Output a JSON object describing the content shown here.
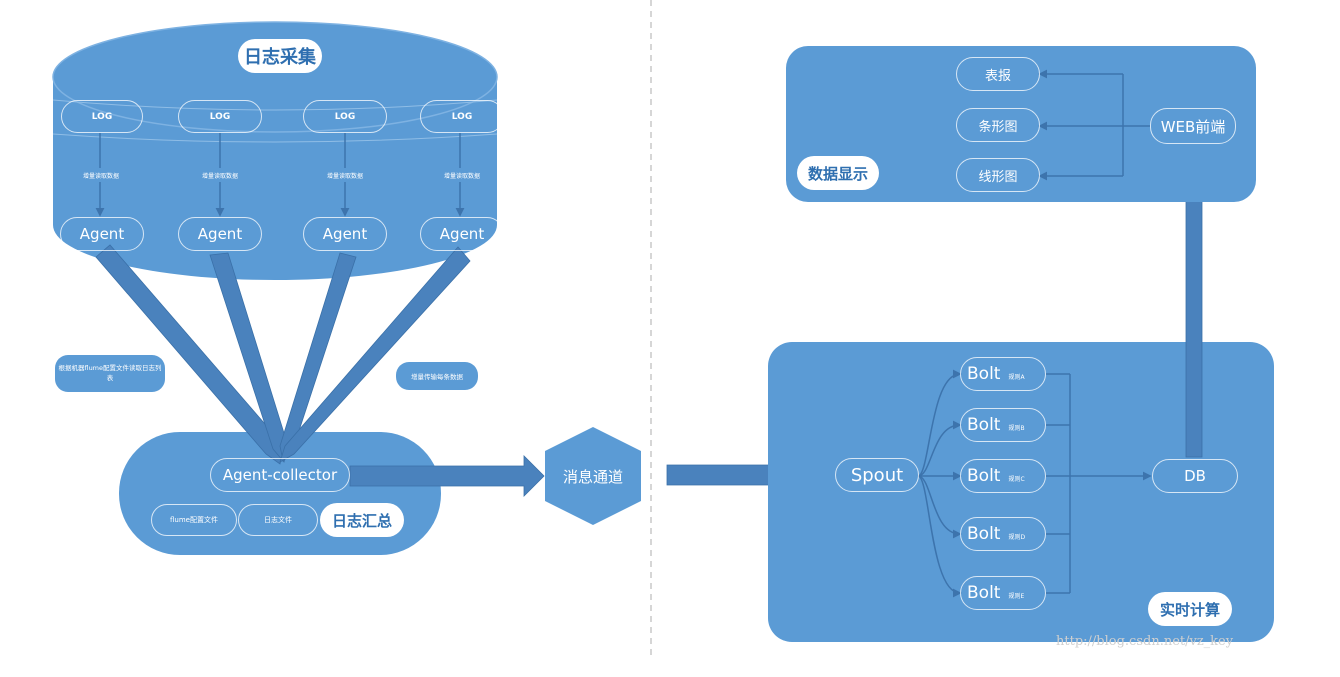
{
  "colors": {
    "fill": "#5b9bd5",
    "arrow": "#4a82bd",
    "dark": "#3d74ad",
    "label": "#2f6fb0",
    "divider": "#bbbbbb"
  },
  "log_collection": {
    "title": "日志采集",
    "logs": [
      "LOG",
      "LOG",
      "LOG",
      "LOG"
    ],
    "read_label": "增量读取数据",
    "agents": [
      "Agent",
      "Agent",
      "Agent",
      "Agent"
    ]
  },
  "notes": {
    "config_read": "根据机器flume配置文件读取日志列表",
    "incremental": "增量传输每条数据"
  },
  "aggregation": {
    "collector": "Agent-collector",
    "flume_config": "flume配置文件",
    "log_file": "日志文件",
    "title": "日志汇总"
  },
  "channel": {
    "label": "消息通道"
  },
  "realtime": {
    "spout": "Spout",
    "bolts": [
      {
        "name": "Bolt",
        "rule": "规则A"
      },
      {
        "name": "Bolt",
        "rule": "规则B"
      },
      {
        "name": "Bolt",
        "rule": "规则C"
      },
      {
        "name": "Bolt",
        "rule": "规则D"
      },
      {
        "name": "Bolt",
        "rule": "规则E"
      }
    ],
    "db": "DB",
    "title": "实时计算"
  },
  "display": {
    "web": "WEB前端",
    "items": [
      "表报",
      "条形图",
      "线形图"
    ],
    "title": "数据显示"
  },
  "watermark": "http://blog.csdn.net/vz_key"
}
